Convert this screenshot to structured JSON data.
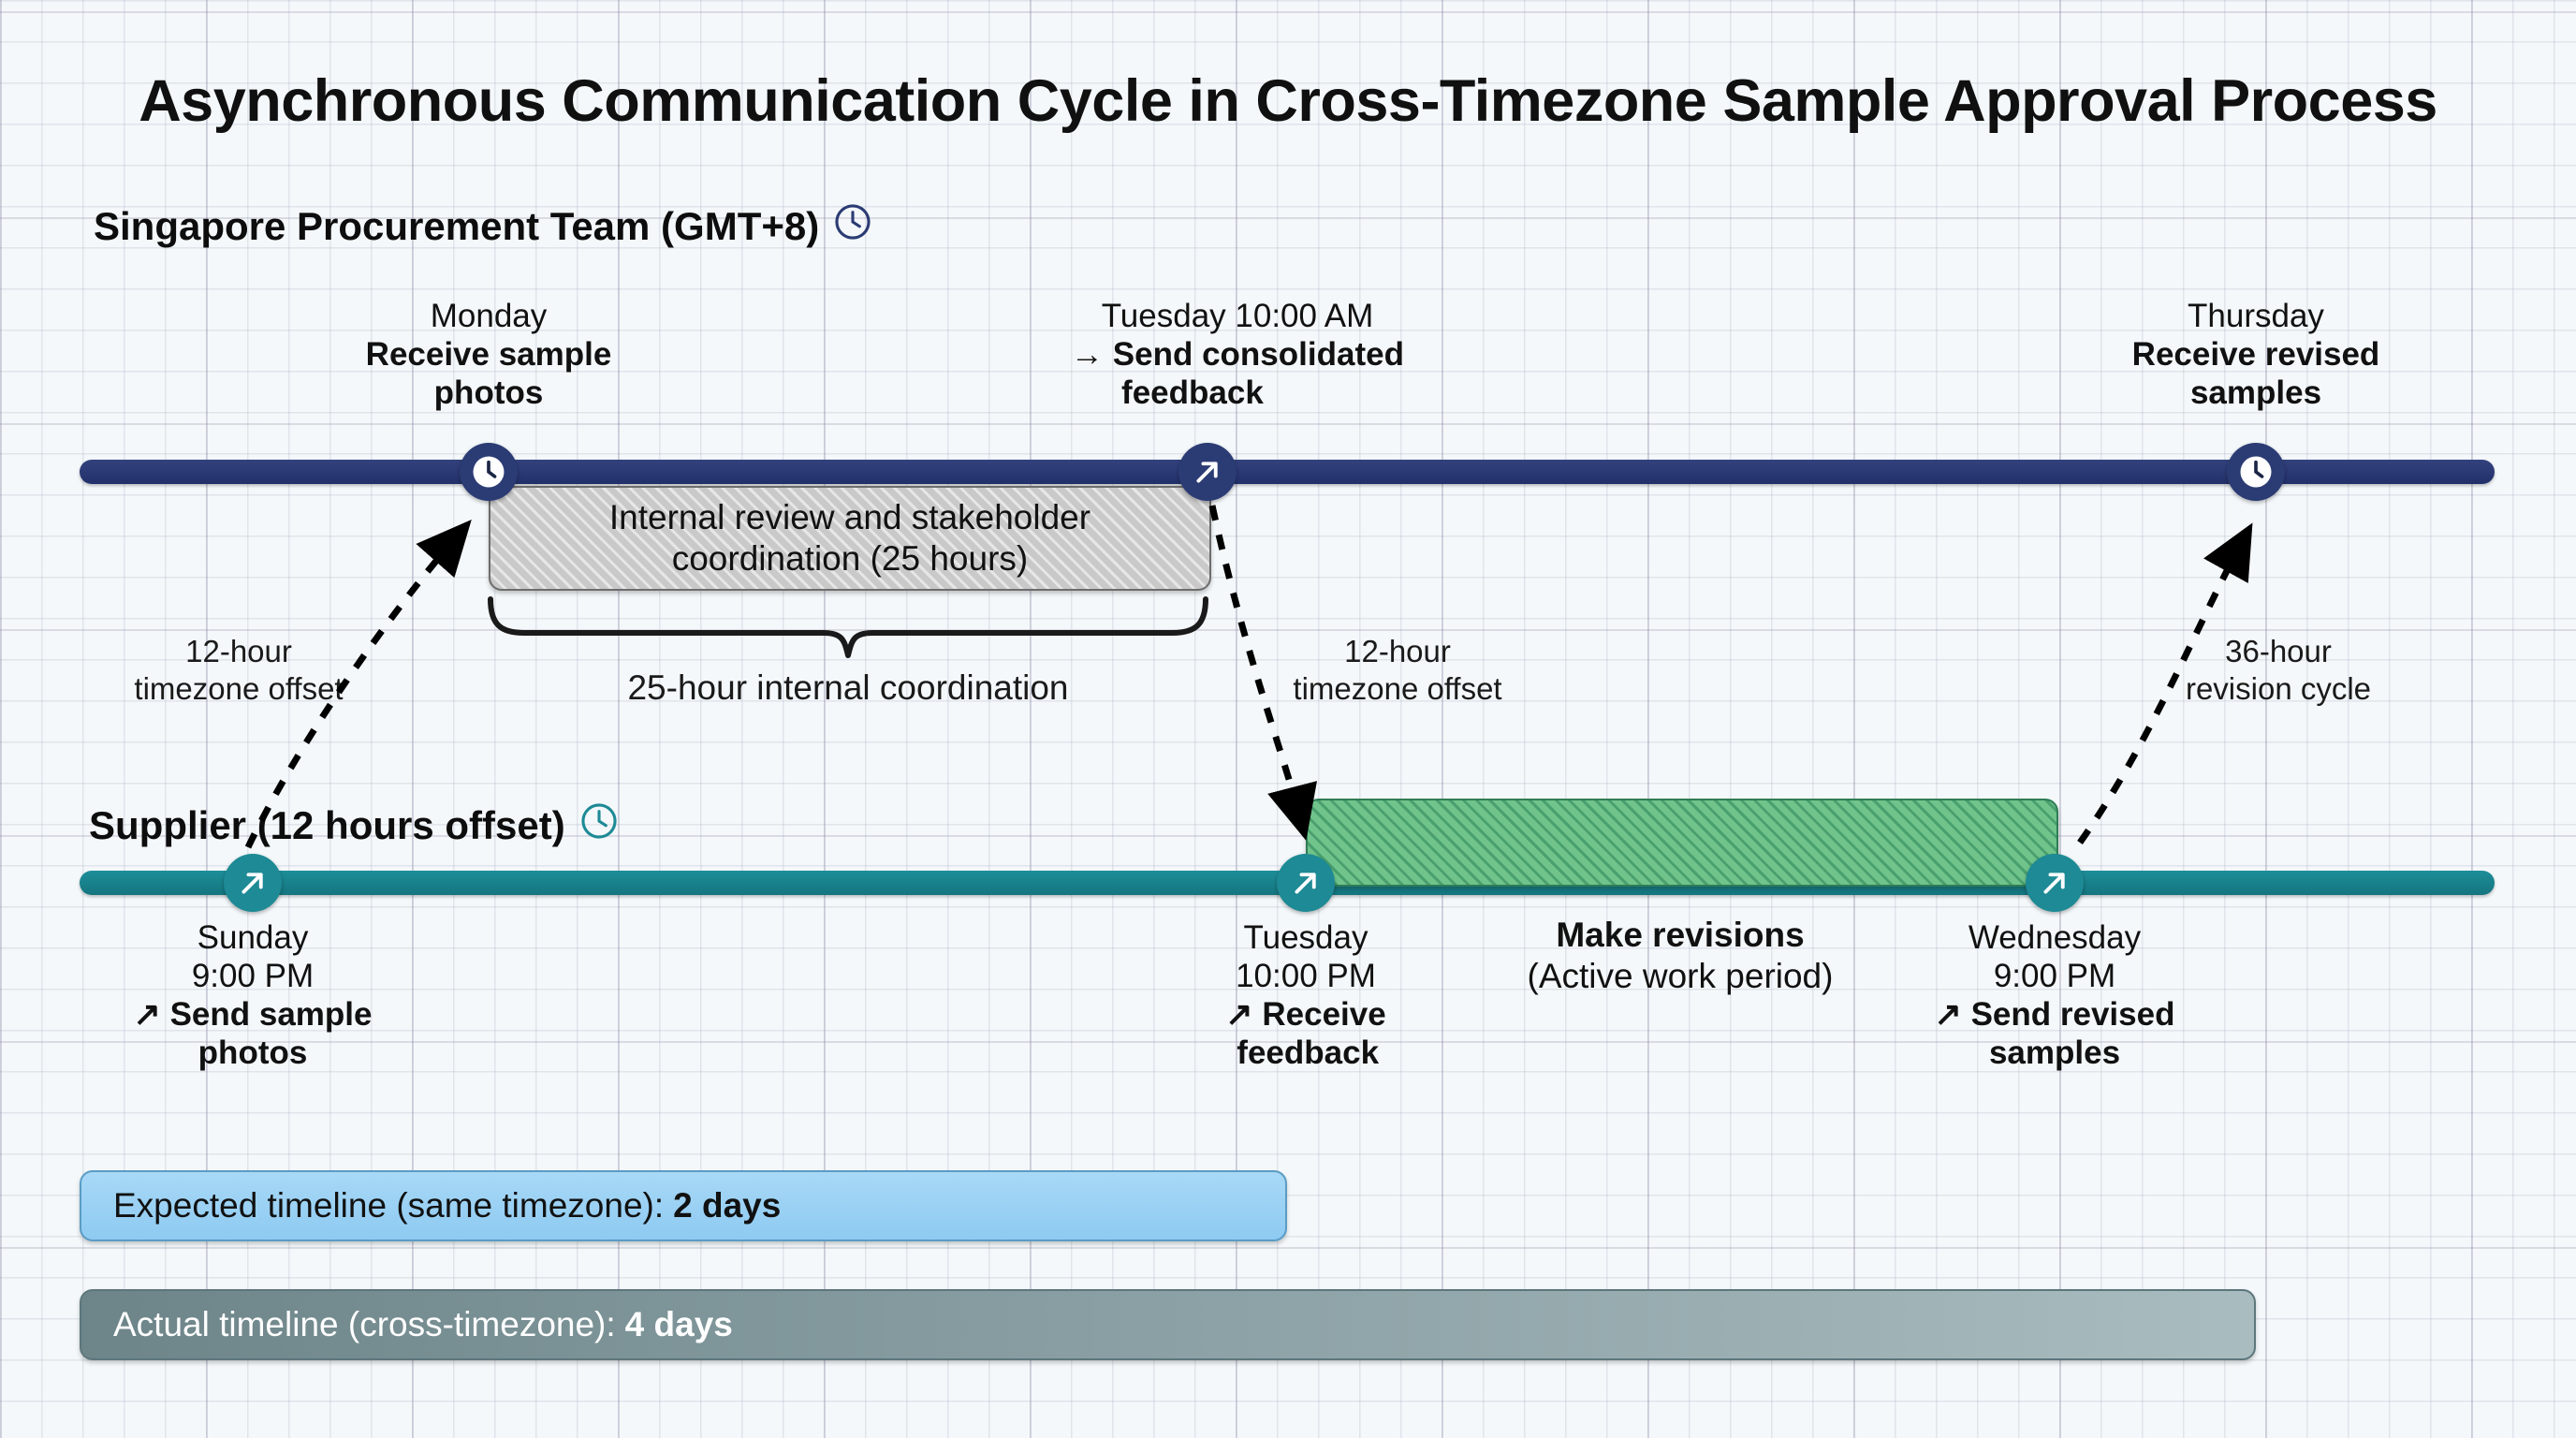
{
  "title": "Asynchronous Communication Cycle in Cross-Timezone Sample Approval Process",
  "lanes": {
    "top": {
      "label": "Singapore Procurement Team (GMT+8)",
      "icon": "clock-icon",
      "color": "#2b3b74"
    },
    "bottom": {
      "label": "Supplier (12 hours offset)",
      "icon": "clock-icon",
      "color": "#1d8a95"
    }
  },
  "top_events": [
    {
      "day": "Monday",
      "time": "",
      "action": "Receive sample",
      "action2": "photos",
      "icon": "clock-icon",
      "prefix": ""
    },
    {
      "day": "Tuesday 10:00 AM",
      "time": "",
      "action": "Send consolidated",
      "action2": "feedback",
      "icon": "arrow-up-right-icon",
      "prefix": "→"
    },
    {
      "day": "Thursday",
      "time": "",
      "action": "Receive revised",
      "action2": "samples",
      "icon": "clock-icon",
      "prefix": ""
    }
  ],
  "bottom_events": [
    {
      "day": "Sunday",
      "time": "9:00 PM",
      "action": "Send sample",
      "action2": "photos",
      "icon": "arrow-up-right-icon",
      "prefix": "↗"
    },
    {
      "day": "Tuesday",
      "time": "10:00 PM",
      "action": "Receive",
      "action2": "feedback",
      "icon": "arrow-up-right-icon",
      "prefix": "↗"
    },
    {
      "day": "Wednesday",
      "time": "9:00 PM",
      "action": "Send revised",
      "action2": "samples",
      "icon": "arrow-up-right-icon",
      "prefix": "↗"
    }
  ],
  "activities": {
    "internal": {
      "line1": "Internal review and stakeholder",
      "line2": "coordination (25 hours)",
      "color": "#c9c9c9"
    },
    "revisions": {
      "line1": "Make revisions",
      "line2": "(Active work period)",
      "color": "#70c48b"
    }
  },
  "brace_label": "25-hour internal coordination",
  "notes": [
    {
      "line1": "12-hour",
      "line2": "timezone offset"
    },
    {
      "line1": "12-hour",
      "line2": "timezone offset"
    },
    {
      "line1": "36-hour",
      "line2": "revision cycle"
    }
  ],
  "summary": [
    {
      "label": "Expected timeline (same timezone):",
      "value": "2 days",
      "style": "blue"
    },
    {
      "label": "Actual timeline (cross-timezone):",
      "value": "4 days",
      "style": "gray"
    }
  ],
  "chart_data": {
    "type": "timeline",
    "title": "Asynchronous Communication Cycle in Cross-Timezone Sample Approval Process",
    "lanes": [
      "Singapore Procurement Team (GMT+8)",
      "Supplier (12 hours offset)"
    ],
    "milestones": [
      {
        "lane": "Supplier",
        "label": "Send sample photos",
        "time": "Sunday 9:00 PM"
      },
      {
        "lane": "Singapore",
        "label": "Receive sample photos",
        "time": "Monday"
      },
      {
        "lane": "Singapore",
        "label": "Send consolidated feedback",
        "time": "Tuesday 10:00 AM"
      },
      {
        "lane": "Supplier",
        "label": "Receive feedback",
        "time": "Tuesday 10:00 PM"
      },
      {
        "lane": "Supplier",
        "label": "Send revised samples",
        "time": "Wednesday 9:00 PM"
      },
      {
        "lane": "Singapore",
        "label": "Receive revised samples",
        "time": "Thursday"
      }
    ],
    "durations": [
      {
        "label": "12-hour timezone offset",
        "hours": 12
      },
      {
        "label": "25-hour internal coordination",
        "hours": 25
      },
      {
        "label": "12-hour timezone offset",
        "hours": 12
      },
      {
        "label": "36-hour revision cycle",
        "hours": 36
      }
    ],
    "totals": {
      "expected_days": 2,
      "actual_days": 4
    }
  }
}
